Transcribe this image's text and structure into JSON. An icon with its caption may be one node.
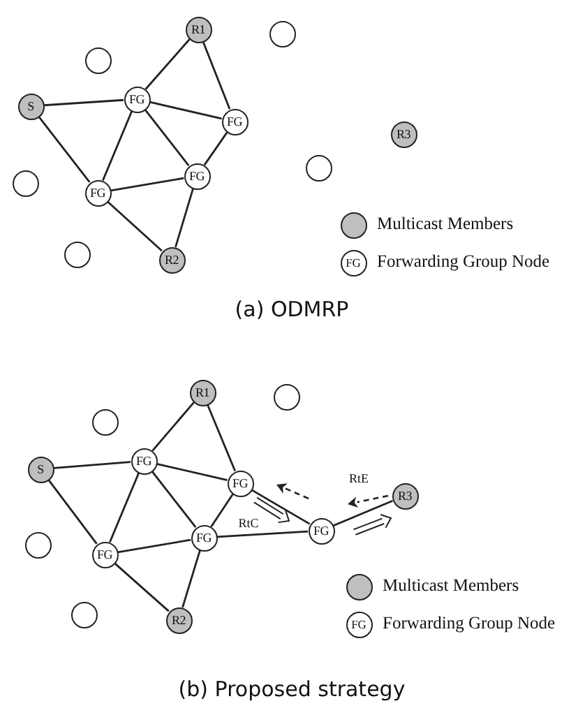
{
  "diagram": {
    "nodes": [
      {
        "text": [
          "R1"
        ]
      },
      {
        "text": [],
        "shape": "circle"
      },
      {
        "text": [],
        "shape": "circle"
      },
      {
        "text": [
          "S"
        ]
      },
      {
        "text": [
          "FG"
        ]
      },
      {
        "text": [
          "FG"
        ]
      },
      {
        "text": [
          "R3"
        ]
      },
      {
        "text": [],
        "shape": "circle"
      },
      {
        "text": [
          "FG"
        ]
      },
      {
        "text": [],
        "shape": "circle"
      },
      {
        "text": [
          "FG"
        ]
      },
      {
        "text": [],
        "shape": "circle"
      },
      {
        "text": [
          "R2"
        ]
      },
      {
        "text": [
          "R1"
        ]
      },
      {
        "text": [],
        "shape": "circle"
      },
      {
        "text": [],
        "shape": "circle"
      },
      {
        "text": [
          "FG"
        ]
      },
      {
        "text": [
          "S"
        ]
      },
      {
        "text": [
          "FG"
        ]
      },
      {
        "text": [
          "R3"
        ]
      },
      {
        "text": [
          "FG"
        ]
      },
      {
        "text": [
          "FG"
        ]
      },
      {
        "text": [],
        "shape": "circle"
      },
      {
        "text": [
          "FG"
        ]
      },
      {
        "text": [],
        "shape": "circle"
      },
      {
        "text": [
          "R2"
        ]
      }
    ],
    "edges": [
      {
        "from": 0,
        "to": 4,
        "arrow": "none"
      },
      {
        "from": 0,
        "to": 5,
        "arrow": "none"
      },
      {
        "from": 3,
        "to": 4,
        "arrow": "none"
      },
      {
        "from": 3,
        "to": 10,
        "arrow": "none"
      },
      {
        "from": 4,
        "to": 5,
        "arrow": "none"
      },
      {
        "from": 4,
        "to": 8,
        "arrow": "none"
      },
      {
        "from": 4,
        "to": 10,
        "arrow": "none"
      },
      {
        "from": 5,
        "to": 8,
        "arrow": "none"
      },
      {
        "from": 8,
        "to": 10,
        "arrow": "none"
      },
      {
        "from": 8,
        "to": 12,
        "arrow": "none"
      },
      {
        "from": 10,
        "to": 12,
        "arrow": "none"
      },
      {
        "from": 13,
        "to": 16,
        "arrow": "none"
      },
      {
        "from": 13,
        "to": 18,
        "arrow": "none"
      },
      {
        "from": 17,
        "to": 16,
        "arrow": "none"
      },
      {
        "from": 17,
        "to": 23,
        "arrow": "none"
      },
      {
        "from": 16,
        "to": 18,
        "arrow": "none"
      },
      {
        "from": 16,
        "to": 21,
        "arrow": "none"
      },
      {
        "from": 16,
        "to": 23,
        "arrow": "none"
      },
      {
        "from": 18,
        "to": 21,
        "arrow": "none"
      },
      {
        "from": 21,
        "to": 23,
        "arrow": "none"
      },
      {
        "from": 21,
        "to": 25,
        "arrow": "none"
      },
      {
        "from": 23,
        "to": 25,
        "arrow": "none"
      },
      {
        "from": 18,
        "to": 20,
        "arrow": "none"
      },
      {
        "from": 21,
        "to": 20,
        "arrow": "none"
      },
      {
        "from": 20,
        "to": 19,
        "arrow": "none"
      }
    ],
    "labels": [
      "FG",
      "(a) ODMRP",
      "RtE",
      "RtC",
      "FG",
      "(b) Proposed strategy"
    ],
    "legend": [
      {
        "text": "Multicast Members",
        "color": "#bfbfbf"
      },
      {
        "text": "Forwarding Group Node"
      },
      {
        "text": "Multicast Members",
        "color": "#bfbfbf"
      },
      {
        "text": "Forwarding Group Node"
      }
    ]
  }
}
